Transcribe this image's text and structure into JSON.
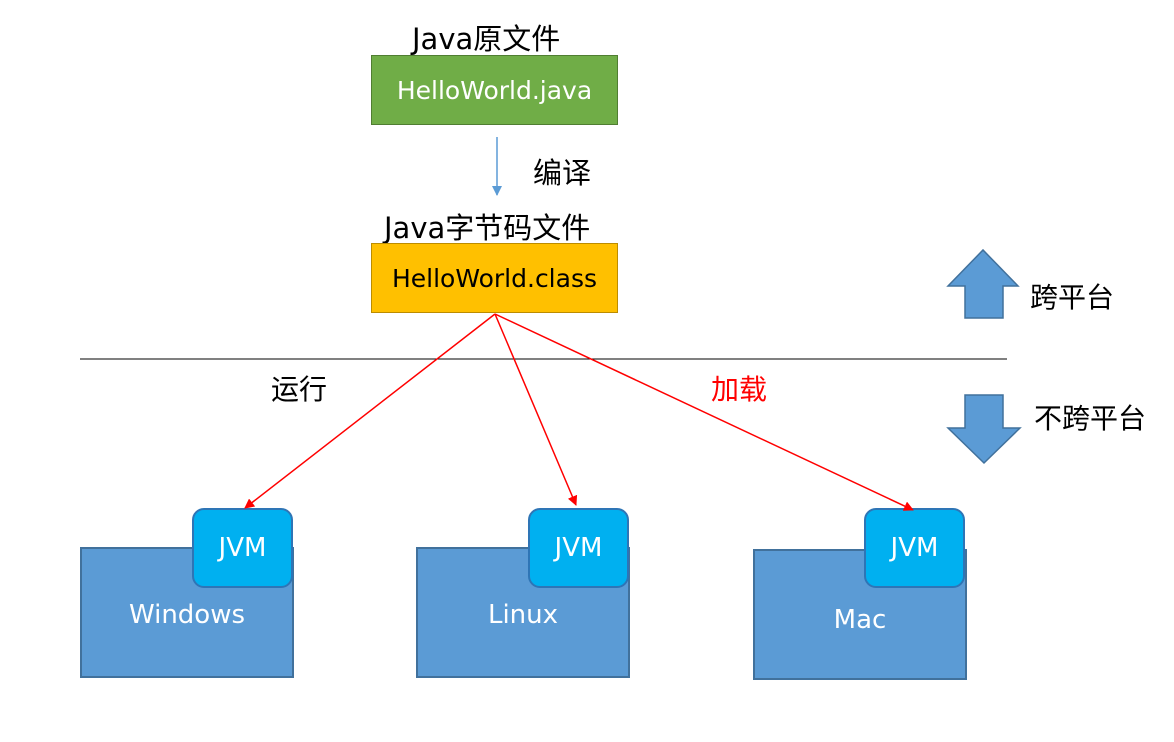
{
  "source": {
    "heading": "Java原文件",
    "file": "HelloWorld.java"
  },
  "compile_label": "编译",
  "bytecode": {
    "heading": "Java字节码文件",
    "file": "HelloWorld.class"
  },
  "run_label": "运行",
  "load_label": "加载",
  "legend": {
    "up": "跨平台",
    "down": "不跨平台"
  },
  "platforms": [
    {
      "os": "Windows",
      "vm": "JVM"
    },
    {
      "os": "Linux",
      "vm": "JVM"
    },
    {
      "os": "Mac",
      "vm": "JVM"
    }
  ],
  "colors": {
    "source": "#70ad47",
    "bytecode": "#ffc000",
    "os": "#5b9bd5",
    "jvm": "#00b0f0",
    "arrow_red": "#ff0000",
    "arrow_blue": "#5b9bd5"
  }
}
